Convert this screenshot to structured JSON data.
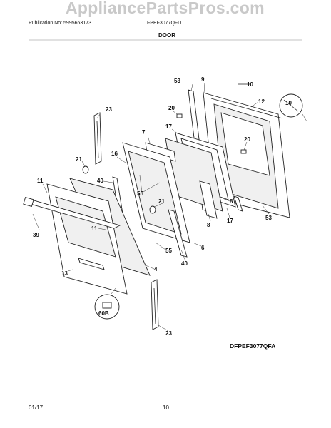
{
  "watermark": "AppliancePartsPros.com",
  "header": {
    "publication": "Publication No: 5995663173",
    "model": "FPEF3077QFD",
    "section": "DOOR"
  },
  "diagram_code": "DFPEF3077QFA",
  "footer": {
    "date": "01/17",
    "page": "10"
  },
  "callouts": {
    "c4": "4",
    "c6": "6",
    "c7": "7",
    "c8a": "8",
    "c8b": "8",
    "c9": "9",
    "c10a": "10",
    "c10b": "10",
    "c11a": "11",
    "c11b": "11",
    "c12": "12",
    "c13": "13",
    "c16": "16",
    "c17a": "17",
    "c17b": "17",
    "c20a": "20",
    "c20b": "20",
    "c21a": "21",
    "c21b": "21",
    "c23a": "23",
    "c23b": "23",
    "c39": "39",
    "c40a": "40",
    "c40b": "40",
    "c53a": "53",
    "c53b": "53",
    "c55a": "55",
    "c55b": "55",
    "c60b": "60B"
  }
}
